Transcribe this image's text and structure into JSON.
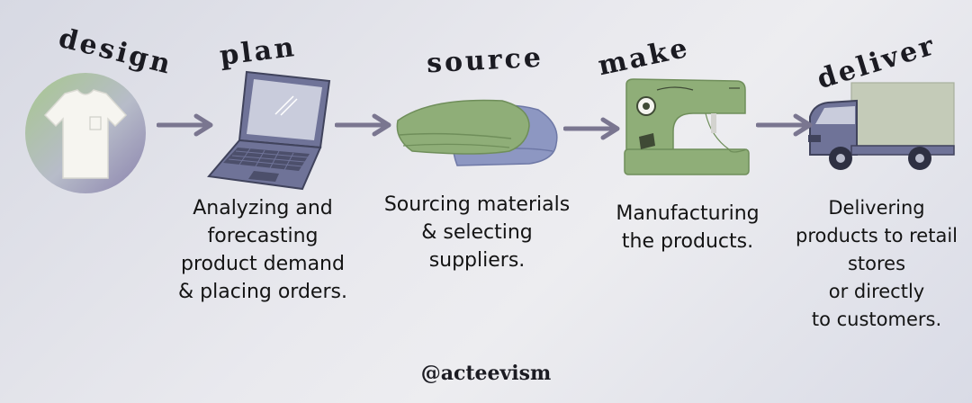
{
  "stages": [
    {
      "key": "design",
      "title": "design",
      "description": ""
    },
    {
      "key": "plan",
      "title": "plan",
      "description": "Analyzing and\nforecasting\nproduct demand\n& placing orders."
    },
    {
      "key": "source",
      "title": "source",
      "description": "Sourcing materials\n& selecting\nsuppliers."
    },
    {
      "key": "make",
      "title": "make",
      "description": "Manufacturing\nthe products."
    },
    {
      "key": "deliver",
      "title": "deliver",
      "description": "Delivering\nproducts to retail\nstores\nor directly\nto customers."
    }
  ],
  "footer": {
    "handle": "@acteevism"
  },
  "icons": [
    "tshirt-icon",
    "laptop-icon",
    "fabric-icon",
    "sewing-machine-icon",
    "truck-icon",
    "arrow-right-icon"
  ],
  "colors": {
    "arrow": "#7a7690",
    "green": "#8fae78",
    "slate": "#6f7398",
    "text": "#141414"
  }
}
